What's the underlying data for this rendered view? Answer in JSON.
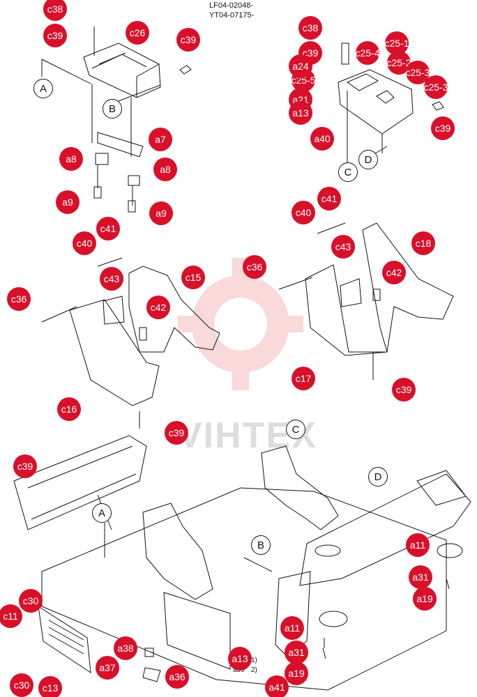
{
  "header": {
    "line1": "LF04-02048-",
    "line2": "YT04-07175-"
  },
  "watermark": "VIHTEX",
  "callouts": [
    {
      "id": "c38",
      "label": "c38"
    },
    {
      "id": "c39",
      "label": "c39"
    },
    {
      "id": "c26",
      "label": "c26"
    },
    {
      "id": "c39",
      "label": "c39"
    },
    {
      "id": "a7",
      "label": "a7"
    },
    {
      "id": "a8",
      "label": "a8"
    },
    {
      "id": "a8",
      "label": "a8"
    },
    {
      "id": "a9",
      "label": "a9"
    },
    {
      "id": "a9",
      "label": "a9"
    },
    {
      "id": "c38",
      "label": "c38"
    },
    {
      "id": "c39",
      "label": "c39"
    },
    {
      "id": "c25-4",
      "label": "c25-4"
    },
    {
      "id": "c25-1",
      "label": "c25-1"
    },
    {
      "id": "c25-2",
      "label": "c25-2"
    },
    {
      "id": "c25-3",
      "label": "c25-3"
    },
    {
      "id": "c25-5",
      "label": "c25-5"
    },
    {
      "id": "a24",
      "label": "a24"
    },
    {
      "id": "a21",
      "label": "a21"
    },
    {
      "id": "a13",
      "label": "a13"
    },
    {
      "id": "c25-3b",
      "label": "c25-3"
    },
    {
      "id": "c39",
      "label": "c39"
    },
    {
      "id": "a40",
      "label": "a40"
    },
    {
      "id": "c41",
      "label": "c41"
    },
    {
      "id": "c40",
      "label": "c40"
    },
    {
      "id": "c43",
      "label": "c43"
    },
    {
      "id": "c18",
      "label": "c18"
    },
    {
      "id": "c42",
      "label": "c42"
    },
    {
      "id": "c36",
      "label": "c36"
    },
    {
      "id": "c17",
      "label": "c17"
    },
    {
      "id": "c39",
      "label": "c39"
    },
    {
      "id": "c41",
      "label": "c41"
    },
    {
      "id": "c40",
      "label": "c40"
    },
    {
      "id": "c43",
      "label": "c43"
    },
    {
      "id": "c15",
      "label": "c15"
    },
    {
      "id": "c42",
      "label": "c42"
    },
    {
      "id": "c36",
      "label": "c36"
    },
    {
      "id": "c16",
      "label": "c16"
    },
    {
      "id": "c39",
      "label": "c39"
    },
    {
      "id": "c39",
      "label": "c39"
    },
    {
      "id": "a11",
      "label": "a11"
    },
    {
      "id": "a31",
      "label": "a31"
    },
    {
      "id": "a19",
      "label": "a19"
    },
    {
      "id": "c30",
      "label": "c30"
    },
    {
      "id": "c11",
      "label": "c11"
    },
    {
      "id": "a38",
      "label": "a38"
    },
    {
      "id": "a11",
      "label": "a11"
    },
    {
      "id": "a31",
      "label": "a31"
    },
    {
      "id": "a13",
      "label": "a13"
    },
    {
      "id": "c30",
      "label": "c30"
    },
    {
      "id": "c13",
      "label": "c13"
    },
    {
      "id": "a37",
      "label": "a37"
    },
    {
      "id": "a36",
      "label": "a36"
    },
    {
      "id": "a19",
      "label": "a19"
    },
    {
      "id": "a41",
      "label": "a41"
    }
  ],
  "refs": [
    {
      "label": "A"
    },
    {
      "label": "B"
    },
    {
      "label": "C"
    },
    {
      "label": "D"
    },
    {
      "label": "C"
    },
    {
      "label": "D"
    },
    {
      "label": "A"
    },
    {
      "label": "B"
    }
  ],
  "notes": [
    {
      "text": "1)"
    },
    {
      "text": "2)"
    },
    {
      "text": "a39"
    }
  ]
}
